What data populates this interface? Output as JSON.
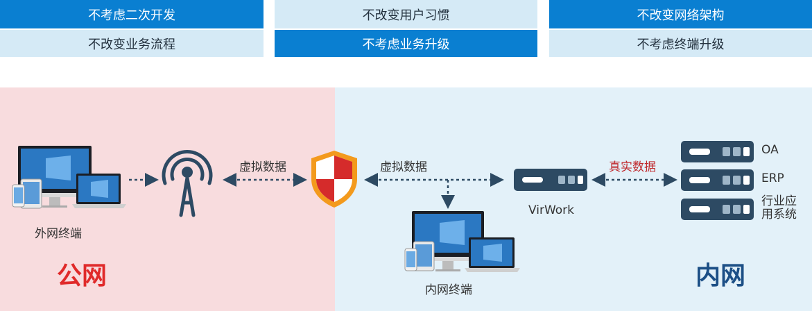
{
  "principles": {
    "col1_top": "不考虑二次开发",
    "col1_bottom": "不改变业务流程",
    "col2_top": "不改变用户习惯",
    "col2_bottom": "不考虑业务升级",
    "col3_top": "不改变网络架构",
    "col3_bottom": "不考虑终端升级"
  },
  "diagram": {
    "left_zone_title": "公网",
    "right_zone_title": "内网",
    "external_terminal_label": "外网终端",
    "internal_terminal_label": "内网终端",
    "virtual_data_left": "虚拟数据",
    "virtual_data_right": "虚拟数据",
    "real_data": "真实数据",
    "gateway_label": "VirWork",
    "servers": [
      {
        "label": "OA"
      },
      {
        "label": "ERP"
      },
      {
        "label": "行业应\n用系统"
      }
    ],
    "colors": {
      "accent": "#0a7fd1",
      "public_title": "#e02a2a",
      "intranet_title": "#1c4f86",
      "real_data": "#c0292d",
      "icon": "#2d4a63"
    }
  }
}
